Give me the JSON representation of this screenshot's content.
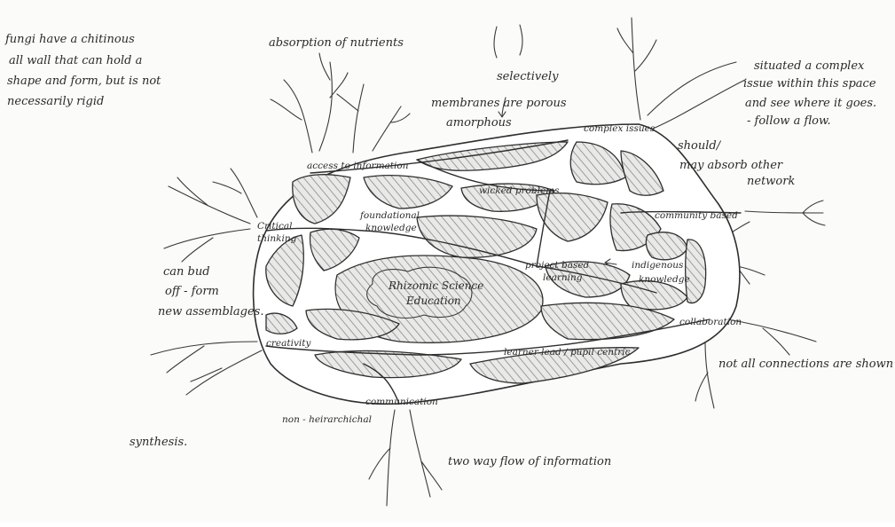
{
  "annotations": {
    "fungi_line1": "fungi have a chitinous",
    "fungi_line2": "all wall that can hold a",
    "fungi_line3": "shape and form, but is not",
    "fungi_line4": "necessarily rigid",
    "absorption": "absorption of nutrients",
    "selectively": "selectively",
    "membranes": "membranes are porous",
    "amorphous": "amorphous",
    "situated_line1": "situated a complex",
    "situated_line2": "issue within this space",
    "situated_line3": "and see where it goes.",
    "situated_line4": "- follow a flow.",
    "should_line1": "should/",
    "should_line2": "may absorb other",
    "should_line3": "network",
    "bud_line1": "can bud",
    "bud_line2": "off - form",
    "bud_line3": "new assemblages.",
    "not_all": "not all connections are shown",
    "synthesis": "synthesis.",
    "two_way": "two way flow of information",
    "non_hierarchical": "non - heirarchichal"
  },
  "nodes": {
    "access": "access to information",
    "complex": "complex issues",
    "critical_line1": "Critical",
    "critical_line2": "thinking",
    "foundational_line1": "foundational",
    "foundational_line2": "knowledge",
    "wicked": "wicked problems",
    "community": "community based",
    "project_line1": "project based",
    "project_line2": "learning",
    "indigenous_line1": "indigenous",
    "indigenous_line2": "knowledge",
    "rhizomic_line1": "Rhizomic Science",
    "rhizomic_line2": "Education",
    "creativity": "creativity",
    "collaboration": "collaboration",
    "learner": "learner lead / pupil centric",
    "communication": "communication"
  }
}
